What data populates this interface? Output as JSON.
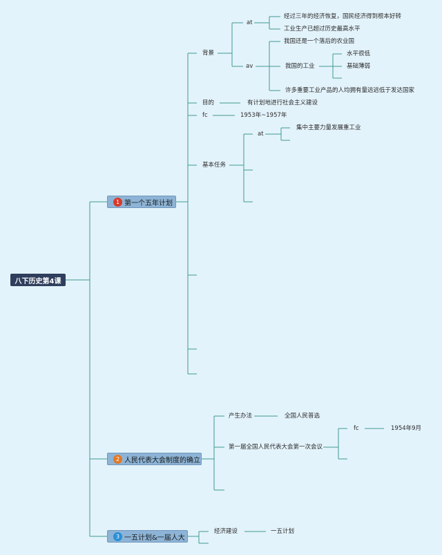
{
  "root": "八下历史第4课",
  "branch1": {
    "num": "1",
    "title": "第一个五年计划",
    "num_color": "#d93a2b",
    "background": {
      "label": "背景",
      "at": {
        "tag": "at",
        "items": [
          "经过三年的经济恢复，国民经济得到根本好转",
          "工业生产已超过历史最高水平"
        ]
      },
      "av": {
        "tag": "av",
        "first": "我国还是一个落后的农业国",
        "industry": "我国的工业",
        "industry_items": [
          "水平很低",
          "基础薄弱"
        ],
        "last": "许多重要工业产品的人均拥有量远远低于发达国家"
      }
    },
    "purpose": {
      "label": "目的",
      "value": "有计划地进行社会主义建设"
    },
    "fc": {
      "label": "fc",
      "value": "1953年~1957年"
    },
    "task": {
      "label": "基本任务",
      "tag": "at",
      "item": "集中主要力量发展重工业"
    }
  },
  "branch2": {
    "num": "2",
    "title": "人民代表大会制度的确立",
    "num_color": "#e07a2a",
    "method": {
      "label": "产生办法",
      "value": "全国人民普选"
    },
    "meeting": {
      "label": "第一届全国人民代表大会第一次会议",
      "tag": "fc",
      "value": "1954年9月"
    }
  },
  "branch3": {
    "num": "3",
    "title": "一五计划&一届人大",
    "num_color": "#2a8fd6",
    "econ": {
      "label": "经济建设",
      "value": "一五计划"
    }
  }
}
